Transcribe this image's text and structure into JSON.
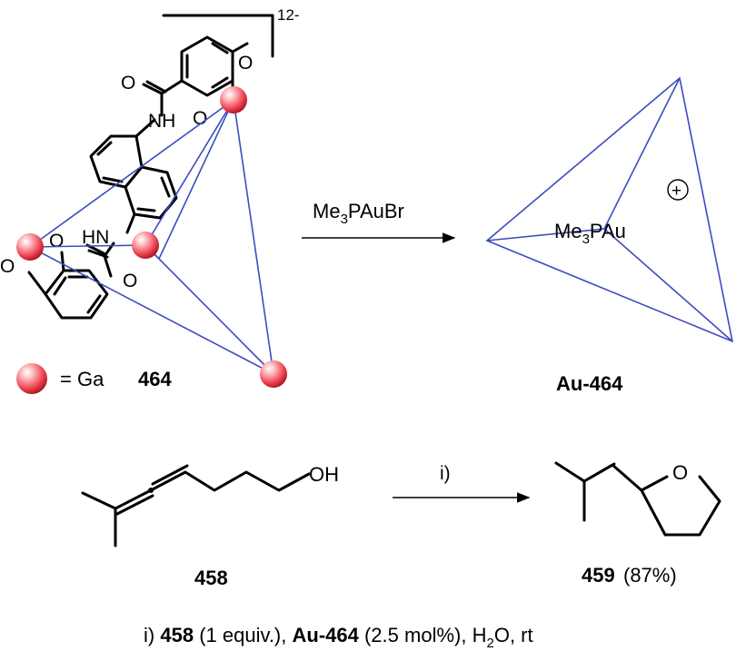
{
  "cage_ligand": {
    "charge": "12-",
    "labels": [
      "O",
      "NH",
      "O",
      "O",
      "HN",
      "O",
      "O",
      "O"
    ],
    "legend_eq": "= Ga",
    "compound_number": "464"
  },
  "reaction1": {
    "reagent": "Me",
    "reagent_sub": "3",
    "reagent_rest": "PAuBr"
  },
  "product_cage": {
    "guest": "Me",
    "guest_sub": "3",
    "guest_rest": "PAu",
    "charge_symbol": "+",
    "compound_label": "Au-464"
  },
  "reaction2": {
    "substrate_label": "OH",
    "substrate_number": "458",
    "arrow_label": "i)",
    "product_ring_atom": "O",
    "product_number": "459",
    "product_yield": "(87%)"
  },
  "conditions": {
    "prefix": "i)",
    "cmpd1": "458",
    "cmpd1_amount": "(1 equiv.),",
    "catalyst": "Au-464",
    "catalyst_amount": "(2.5 mol%),",
    "solvent_main": "H",
    "solvent_sub": "2",
    "solvent_rest": "O, rt"
  },
  "colors": {
    "cage_edges": "#3b4cc0",
    "ga_sphere": "#e8414f",
    "bonds": "#000000"
  }
}
